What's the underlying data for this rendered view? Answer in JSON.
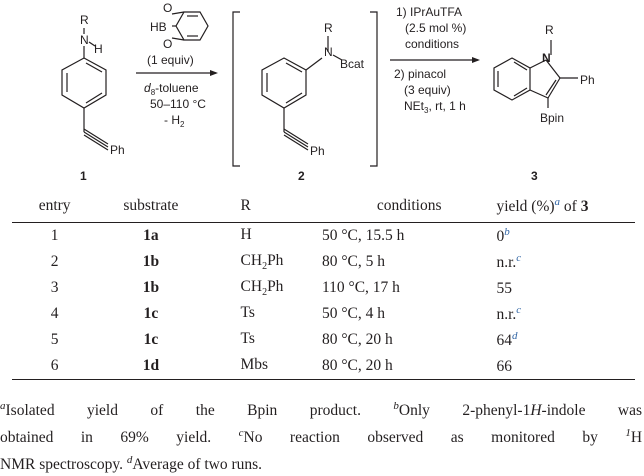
{
  "scheme": {
    "reactant": {
      "label": "1",
      "r_label": "R",
      "n_label": "N",
      "h_label": "H",
      "ph_label": "Ph"
    },
    "reagent": {
      "hb_label": "HB",
      "o_label": "O",
      "equiv": "(1 equiv)",
      "solvent_prefix": "d",
      "solvent_sub": "8",
      "solvent_suffix": "-toluene",
      "temp": "50–110 °C",
      "byproduct": "- H",
      "byproduct_sub": "2"
    },
    "intermediate": {
      "label": "2",
      "r_label": "R",
      "n_label": "N",
      "bcat_label": "Bcat",
      "ph_label": "Ph"
    },
    "step_conditions": {
      "step1_line1": "1) IPrAuTFA",
      "step1_line2": "(2.5 mol %)",
      "step1_line3": "conditions",
      "step2_line1": "2) pinacol",
      "step2_line2": "(3 equiv)",
      "step2_line3": "NEt",
      "step2_line3_sub": "3",
      "step2_line3_tail": ", rt, 1 h"
    },
    "product": {
      "label": "3",
      "r_label": "R",
      "n_label": "N",
      "ph_label": "Ph",
      "bpin_label": "Bpin"
    }
  },
  "table": {
    "headers": {
      "entry": "entry",
      "substrate": "substrate",
      "r": "R",
      "conditions": "conditions",
      "yield_prefix": "yield (%)",
      "yield_mark": "a",
      "yield_of": " of ",
      "yield_compound": "3"
    },
    "rows": [
      {
        "entry": "1",
        "substrate": "1a",
        "r": "H",
        "r_sub": "",
        "r_tail": "",
        "conditions": "50 °C, 15.5 h",
        "yield": "0",
        "mark": "b"
      },
      {
        "entry": "2",
        "substrate": "1b",
        "r": "CH",
        "r_sub": "2",
        "r_tail": "Ph",
        "conditions": "80 °C, 5 h",
        "yield": "n.r.",
        "mark": "c"
      },
      {
        "entry": "3",
        "substrate": "1b",
        "r": "CH",
        "r_sub": "2",
        "r_tail": "Ph",
        "conditions": "110 °C, 17 h",
        "yield": "55",
        "mark": ""
      },
      {
        "entry": "4",
        "substrate": "1c",
        "r": "Ts",
        "r_sub": "",
        "r_tail": "",
        "conditions": "50 °C, 4 h",
        "yield": "n.r.",
        "mark": "c"
      },
      {
        "entry": "5",
        "substrate": "1c",
        "r": "Ts",
        "r_sub": "",
        "r_tail": "",
        "conditions": "80 °C, 20 h",
        "yield": "64",
        "mark": "d"
      },
      {
        "entry": "6",
        "substrate": "1d",
        "r": "Mbs",
        "r_sub": "",
        "r_tail": "",
        "conditions": "80 °C, 20 h",
        "yield": "66",
        "mark": ""
      }
    ]
  },
  "footnotes": {
    "a_mark": "a",
    "a_text": "Isolated yield of the Bpin product.",
    "b_mark": "b",
    "b_text_1": "Only 2-phenyl-1",
    "b_text_italic": "H",
    "b_text_2": "-indole was",
    "line2_text": "obtained in 69% yield.",
    "c_mark": "c",
    "c_text": "No reaction observed as monitored by",
    "c_sup": "1",
    "c_tail": "H",
    "line3_text": "NMR spectroscopy.",
    "d_mark": "d",
    "d_text": "Average of two runs."
  }
}
